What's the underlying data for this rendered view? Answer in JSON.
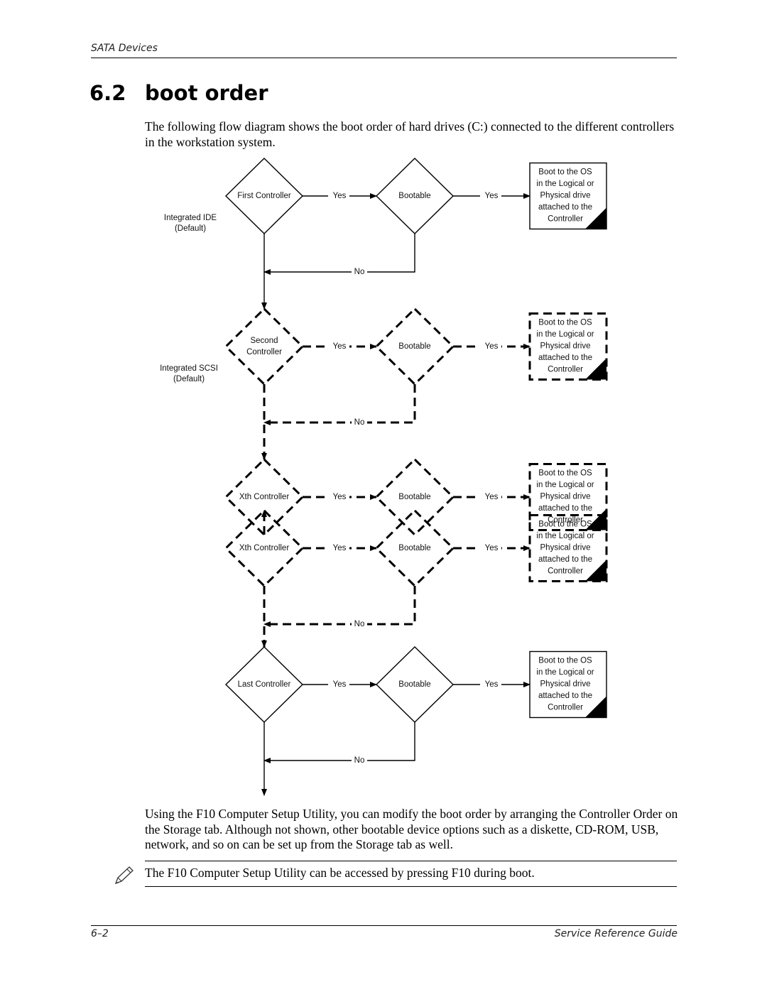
{
  "header": {
    "running_title": "SATA Devices"
  },
  "section": {
    "number": "6.2",
    "title": "boot order"
  },
  "intro": "The following flow diagram shows the boot order of hard drives (C:) connected to the different controllers in the workstation system.",
  "diagram": {
    "rows": [
      {
        "decision": [
          "First Controller"
        ],
        "side_label": [
          "Integrated IDE",
          "(Default)"
        ],
        "bootable": "Bootable",
        "yes1": "Yes",
        "yes2": "Yes",
        "no": "No",
        "style": "solid"
      },
      {
        "decision": [
          "Second",
          "Controller"
        ],
        "side_label": [
          "Integrated SCSI",
          "(Default)"
        ],
        "bootable": "Bootable",
        "yes1": "Yes",
        "yes2": "Yes",
        "no": "No",
        "style": "dashed"
      },
      {
        "decision": [
          "Xth Controller"
        ],
        "side_label": [],
        "bootable": "Bootable",
        "yes1": "Yes",
        "yes2": "Yes",
        "no": "",
        "style": "dashed"
      },
      {
        "decision": [
          "Xth Controller"
        ],
        "side_label": [],
        "bootable": "Bootable",
        "yes1": "Yes",
        "yes2": "Yes",
        "no": "No",
        "style": "dashed"
      },
      {
        "decision": [
          "Last Controller"
        ],
        "side_label": [],
        "bootable": "Bootable",
        "yes1": "Yes",
        "yes2": "Yes",
        "no": "No",
        "style": "solid"
      }
    ],
    "boot_box_lines": [
      "Boot to the OS",
      "in the Logical or",
      "Physical drive",
      "attached to the",
      "Controller"
    ]
  },
  "outro": "Using the F10 Computer Setup Utility, you can modify the boot order by arranging the Controller Order on the Storage tab. Although not shown, other bootable device options such as a diskette, CD-ROM, USB, network, and so on can be set up from the Storage tab as well.",
  "note": {
    "icon": "pencil-note-icon",
    "text": "The F10 Computer Setup Utility can be accessed by pressing F10 during boot."
  },
  "footer": {
    "page": "6–2",
    "guide": "Service Reference Guide"
  }
}
